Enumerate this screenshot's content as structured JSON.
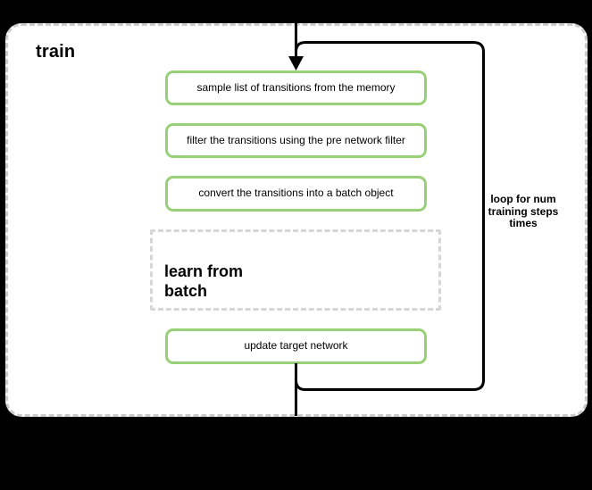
{
  "diagram": {
    "title": "train",
    "loop_label": "loop for num\ntraining steps\ntimes",
    "steps": [
      {
        "label": "sample list of transitions from the memory"
      },
      {
        "label": "filter the transitions using the pre network filter"
      },
      {
        "label": "convert the transitions into a batch object"
      },
      {
        "label": "learn from\nbatch"
      },
      {
        "label": "update target network"
      }
    ],
    "colors": {
      "page_background": "#000000",
      "canvas_background": "#ffffff",
      "canvas_border": "#cccccc",
      "step_border": "#97d077",
      "learn_box_border": "#d6d6d6",
      "loop_stroke": "#000000",
      "text": "#000000"
    }
  }
}
